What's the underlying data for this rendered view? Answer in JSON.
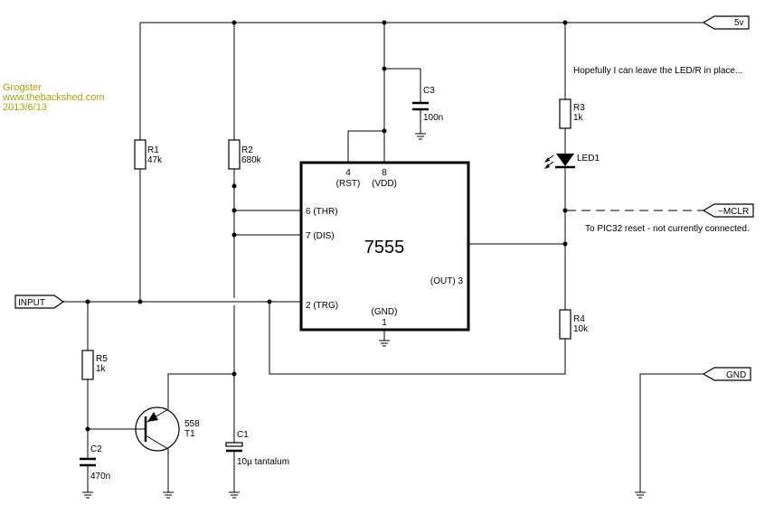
{
  "credit": {
    "author": "Grogster",
    "site": "www.thebackshed.com",
    "date": "2013/6/13"
  },
  "ports": {
    "vcc": "5v",
    "input": "INPUT",
    "mclr": "~MCLR",
    "gnd": "GND"
  },
  "ic": {
    "name": "7555",
    "pin4_num": "4",
    "pin4_name": "(RST)",
    "pin8_num": "8",
    "pin8_name": "(VDD)",
    "pin6": "6 (THR)",
    "pin7": "7 (DIS)",
    "pin2": "2 (TRG)",
    "pin3": "(OUT) 3",
    "gnd_name": "(GND)",
    "gnd_num": "1"
  },
  "components": {
    "r1": {
      "ref": "R1",
      "value": "47k"
    },
    "r2": {
      "ref": "R2",
      "value": "680k"
    },
    "r3": {
      "ref": "R3",
      "value": "1k"
    },
    "r4": {
      "ref": "R4",
      "value": "10k"
    },
    "r5": {
      "ref": "R5",
      "value": "1k"
    },
    "c1": {
      "ref": "C1",
      "value": "10µ tantalum"
    },
    "c2": {
      "ref": "C2",
      "value": "470n"
    },
    "c3": {
      "ref": "C3",
      "value": "100n"
    },
    "led1": {
      "ref": "LED1"
    },
    "t1": {
      "ref": "T1",
      "value": "558"
    }
  },
  "notes": {
    "led_note": "Hopefully I can leave the LED/R in place...",
    "mclr_note": "To PIC32 reset - not currently connected."
  }
}
